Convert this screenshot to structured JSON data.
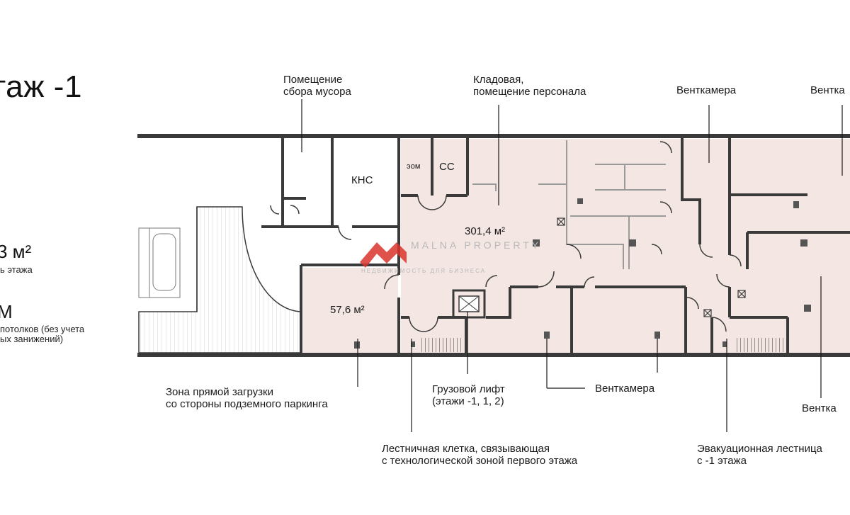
{
  "header": {
    "title": "таж -1"
  },
  "stats": {
    "area_value": "3 м²",
    "area_caption": "ь этажа",
    "height_value": "М",
    "height_caption_1": "потолков (без учета",
    "height_caption_2": "ых занижений)"
  },
  "rooms": {
    "main": "301,4 м²",
    "zone": "57,6 м²",
    "kns": "КНС",
    "eom": "эом",
    "ss": "СС"
  },
  "callouts": {
    "garbage_1": "Помещение",
    "garbage_2": "сбора мусора",
    "storage_1": "Кладовая,",
    "storage_2": "помещение персонала",
    "vent_top_1": "Венткамера",
    "vent_top_2": "Вентка",
    "zone_load_1": "Зона прямой загрузки",
    "zone_load_2": "со стороны подземного паркинга",
    "lift_1": "Грузовой лифт",
    "lift_2": "(этажи -1, 1, 2)",
    "vent_bottom": "Венткамера",
    "vent_right": "Вентка",
    "stair_1": "Лестничная клетка, связывающая",
    "stair_2": "с технологической зоной первого этажа",
    "evac_1": "Эвакуационная лестница",
    "evac_2": "с -1 этажа"
  },
  "watermark": {
    "brand": "MALNA PROPERTY",
    "tagline": "НЕДВИЖИМОСТЬ ДЛЯ БИЗНЕСА",
    "color": "#d9342b"
  },
  "colors": {
    "room_fill": "#f3e6e3",
    "wall": "#3a3a3a",
    "column": "#555555"
  }
}
